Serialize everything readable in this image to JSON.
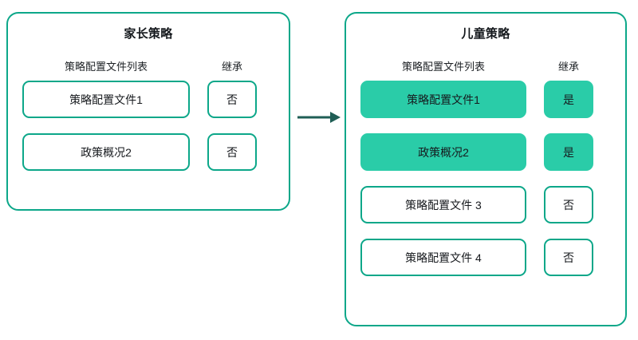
{
  "colors": {
    "border": "#0ca789",
    "fill": "#2acca8",
    "arrow": "#1f5e55",
    "text": "#16191d",
    "background": "#ffffff"
  },
  "arrow": {
    "name": "flow-arrow",
    "direction": "right"
  },
  "panels": [
    {
      "id": "parent",
      "title": "家长策略",
      "headers": {
        "list": "策略配置文件列表",
        "inherit": "继承"
      },
      "rows": [
        {
          "profile": "策略配置文件1",
          "inherit": "否",
          "inherited": false
        },
        {
          "profile": "政策概况2",
          "inherit": "否",
          "inherited": false
        }
      ]
    },
    {
      "id": "child",
      "title": "儿童策略",
      "headers": {
        "list": "策略配置文件列表",
        "inherit": "继承"
      },
      "rows": [
        {
          "profile": "策略配置文件1",
          "inherit": "是",
          "inherited": true
        },
        {
          "profile": "政策概况2",
          "inherit": "是",
          "inherited": true
        },
        {
          "profile": "策略配置文件 3",
          "inherit": "否",
          "inherited": false
        },
        {
          "profile": "策略配置文件 4",
          "inherit": "否",
          "inherited": false
        }
      ]
    }
  ]
}
